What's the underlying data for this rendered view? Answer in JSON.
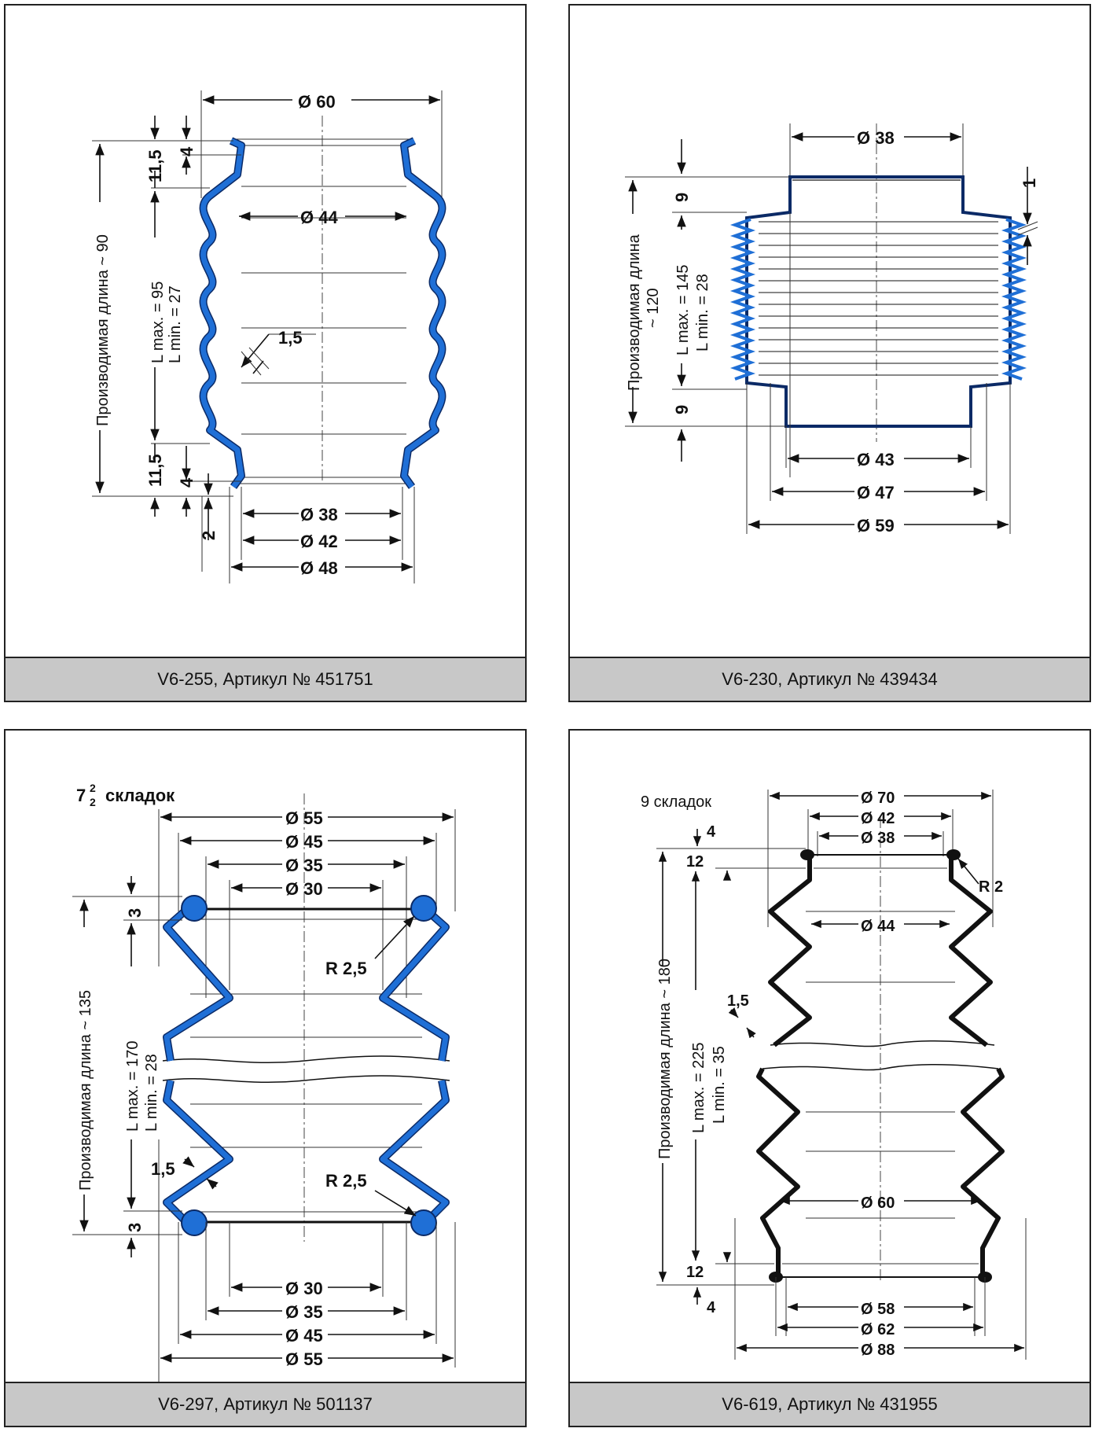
{
  "panels": [
    {
      "caption": "V6-255, Артикул № 451751",
      "labels": {
        "d60": "Ø 60",
        "d44": "Ø 44",
        "d38": "Ø 38",
        "d42": "Ø 42",
        "d48": "Ø 48",
        "h11a": "11,5",
        "h4a": "4",
        "h11b": "11,5",
        "h4b": "4",
        "h2": "2",
        "wall": "1,5",
        "prod": "Производимая длина ~ 90",
        "lmax": "L max. = 95",
        "lmin": "L min. = 27"
      }
    },
    {
      "caption": "V6-230, Артикул № 439434",
      "labels": {
        "d38": "Ø 38",
        "d43": "Ø 43",
        "d47": "Ø 47",
        "d59": "Ø 59",
        "h9a": "9",
        "h9b": "9",
        "wall": "1",
        "prod1": "Производимая длина",
        "prod2": "~ 120",
        "lmax": "L max. = 145",
        "lmin": "L min. = 28"
      }
    },
    {
      "caption": "V6-297, Артикул № 501137",
      "labels": {
        "folds_n": "7",
        "folds_sup": "2",
        "folds_sub": "2",
        "folds": "складок",
        "t55": "Ø 55",
        "t45": "Ø 45",
        "t35": "Ø 35",
        "t30": "Ø 30",
        "b30": "Ø 30",
        "b35": "Ø 35",
        "b45": "Ø 45",
        "b55": "Ø 55",
        "r1": "R 2,5",
        "r2": "R 2,5",
        "h3a": "3",
        "h3b": "3",
        "wall": "1,5",
        "prod": "Производимая длина ~ 135",
        "lmax": "L max. = 170",
        "lmin": "L min. = 28"
      }
    },
    {
      "caption": "V6-619, Артикул № 431955",
      "labels": {
        "folds": "9 складок",
        "d70": "Ø 70",
        "d42": "Ø 42",
        "d38": "Ø 38",
        "d44": "Ø 44",
        "d60": "Ø 60",
        "d58": "Ø 58",
        "d62": "Ø 62",
        "d88": "Ø 88",
        "h4a": "4",
        "h12a": "12",
        "h12b": "12",
        "h4b": "4",
        "r2": "R 2",
        "wall": "1,5",
        "prod": "Производимая длина ~ 180",
        "lmax": "L max. = 225",
        "lmin": "L min. = 35"
      }
    }
  ]
}
